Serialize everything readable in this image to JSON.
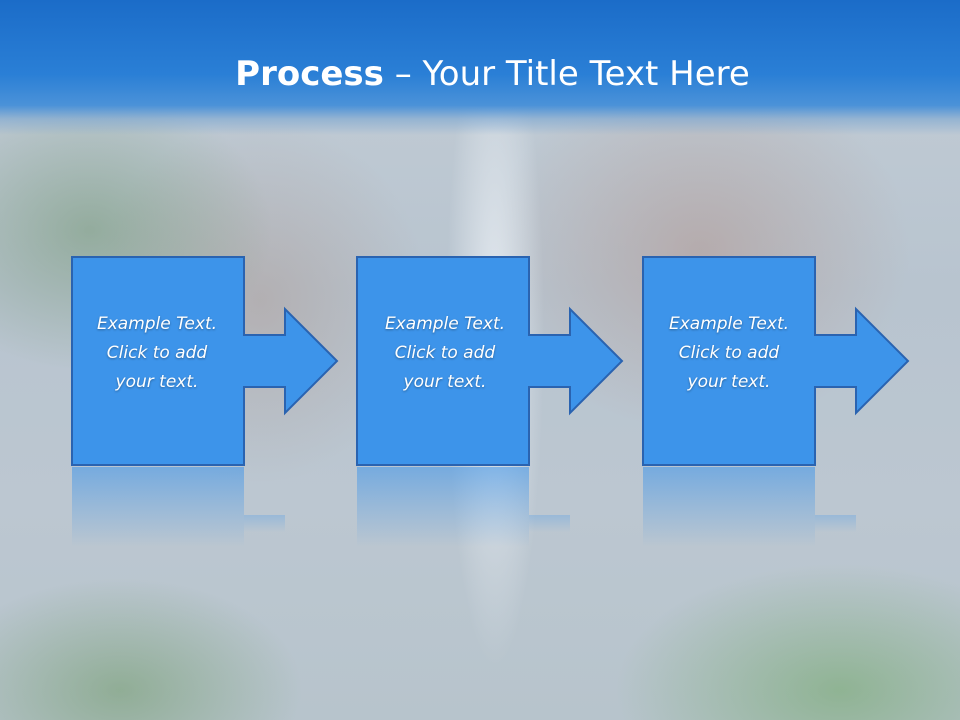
{
  "slide": {
    "title_bold": "Process",
    "title_separator": " – ",
    "title_rest": "Your Title Text Here"
  },
  "steps": [
    {
      "line1": "Example Text.",
      "line2": "Click  to add",
      "line3": "your text."
    },
    {
      "line1": "Example Text.",
      "line2": "Click  to add",
      "line3": "your text."
    },
    {
      "line1": "Example Text.",
      "line2": "Click  to add",
      "line3": "your text."
    }
  ],
  "colors": {
    "header": "#1b6cc8",
    "box_fill": "#3d94ea",
    "box_stroke": "#2a63b0",
    "text": "#ffffff"
  }
}
